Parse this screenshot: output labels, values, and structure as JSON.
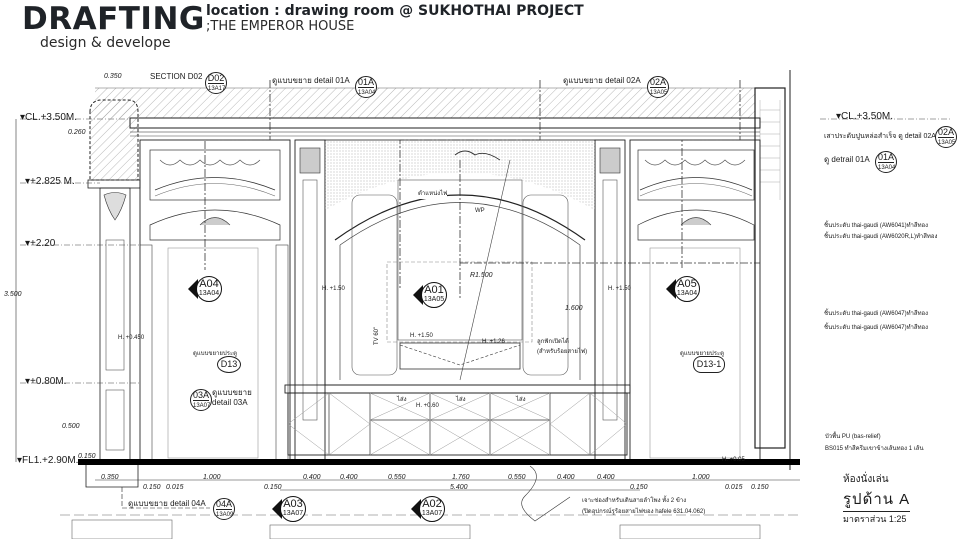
{
  "header": {
    "brand": "DRAFTING",
    "brand_sub": "design & develope",
    "location": "location : drawing room @ SUKHOTHAI PROJECT",
    "project": ";THE EMPEROR HOUSE"
  },
  "levels": {
    "cl_left": "CL.+3.50M.",
    "l2825": "+2.825 M.",
    "l220": "+2.20",
    "l080": "+0.80M.",
    "fl1": "FL1.+2.90M.",
    "cl_right": "CL.+3.50M."
  },
  "dimensions": {
    "top_0350": "0.350",
    "d0260": "0.260",
    "d3500": "3.500",
    "d0500": "0.500",
    "d0150_left": "0.150",
    "bottom": [
      "0.350",
      "0.150",
      "0.015",
      "1.000",
      "0.150",
      "0.400",
      "0.400",
      "0.550",
      "1.760",
      "5.400",
      "0.550",
      "0.400",
      "0.400",
      "0.150",
      "1.000",
      "0.015",
      "0.150"
    ],
    "r1500": "R1.500",
    "d1600": "1.600",
    "tv": "TV 60\"",
    "h150_l": "H. +1.50",
    "h150_r": "H. +1.50",
    "h150_mid": "H. +1.50",
    "h126": "H. +1.26",
    "h060": "H. +0.60",
    "h005": "H. +0.05",
    "h450": "H. +0.450"
  },
  "callouts": {
    "section_d02": "SECTION D02",
    "detail_01a": "ดูแบบขยาย detail 01A",
    "detail_02a": "ดูแบบขยาย detail 02A",
    "detail_03a_1": "ดูแบบขยาย",
    "detail_03a_2": "detail 03A",
    "detail_04a": "ดูแบบขยาย detail 04A",
    "column_note": "เสาประดับปูนหล่อสำเร็จ ดู detail 02A",
    "detrail_01a": "ดู detrail 01A",
    "thai_gaudi_1": "ชิ้นประดับ thai-gaudi (AW6041)ทำสีทอง",
    "thai_gaudi_2": "ชิ้นประดับ thai-gaudi (AW6020R,L)ทำสีทอง",
    "thai_gaudi_3": "ชิ้นประดับ thai-gaudi (AW6047)ทำสีทอง",
    "thai_gaudi_4": "ชิ้นประดับ thai-gaudi (AW6047)ทำสีทอง",
    "baseboard_1": "บัวพื้น PU (bas-relief)",
    "baseboard_2": "BS015 ทำสีครีมเขาข้างเส้นทอง 1 เส้น",
    "light_pos": "ตำแหน่งไฟ",
    "wp": "WP",
    "drawer_1": "ลูกฟักเปิดได้",
    "drawer_2": "(สำหรับร้อยสายไฟ)",
    "door_d13": "ดูแบบขยายประตู",
    "door_d13_1": "ดูแบบขยายประตู",
    "wire_1": "เจาะช่องสำหรับเดินสายลำโพง ทั้ง 2 ข้าง",
    "wire_2": "(ปิดอุปกรณ์รูร้อยสายไฟของ hafele 631.04.062)",
    "drawer_label": "ไส่ง"
  },
  "bubbles": {
    "d02": {
      "top": "D02",
      "bot": "13A17"
    },
    "b01a": {
      "top": "01A",
      "bot": "13A04"
    },
    "b02a": {
      "top": "02A",
      "bot": "13A05"
    },
    "b02a_r": {
      "top": "02A",
      "bot": "13A05"
    },
    "b01a_r": {
      "top": "01A",
      "bot": "13A04"
    },
    "b03a": {
      "top": "03A",
      "bot": "13A07"
    },
    "b04a": {
      "top": "04A",
      "bot": "13A09"
    },
    "d13": "D13",
    "d13_1": "D13-1"
  },
  "section_marks": {
    "a04": {
      "top": "A04",
      "bot": "13A04"
    },
    "a01": {
      "top": "A01",
      "bot": "13A05"
    },
    "a05": {
      "top": "A05",
      "bot": "13A04"
    },
    "a03": {
      "top": "A03",
      "bot": "13A07"
    },
    "a02": {
      "top": "A02",
      "bot": "13A07"
    }
  },
  "title_block": {
    "room": "ห้องนั่งเล่น",
    "title": "รูปด้าน   A",
    "scale": "มาตราส่วน  1:25"
  },
  "colors": {
    "line": "#1a1a1a",
    "hatch": "#8a8a8a",
    "grey": "#b5b5b5",
    "floor": "#000000"
  }
}
